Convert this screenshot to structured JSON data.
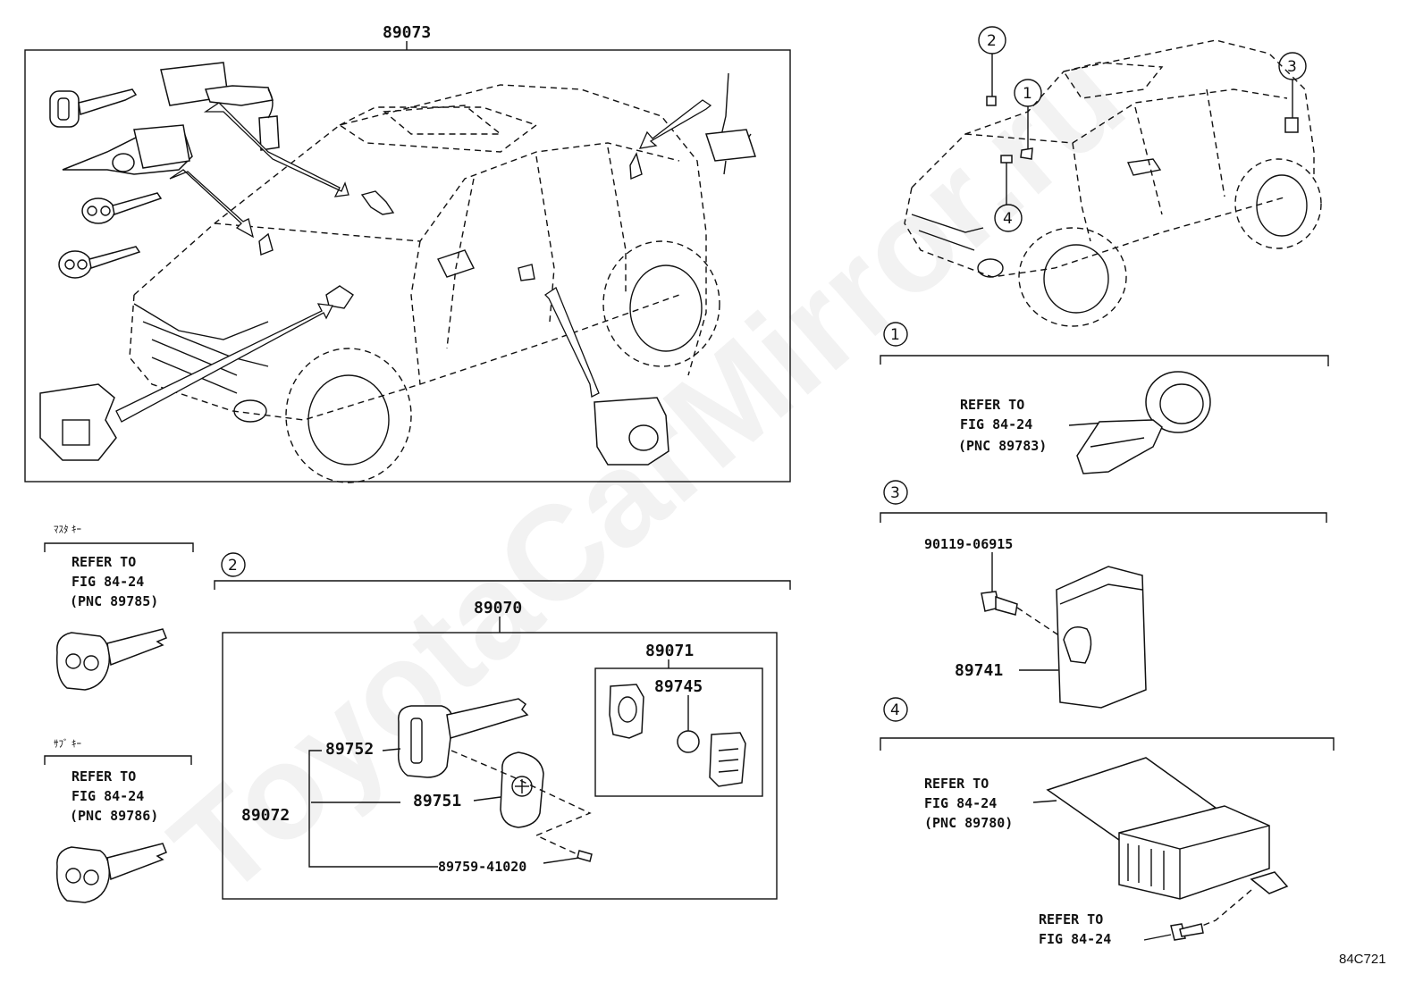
{
  "watermark": "ToyotaCarMirror.ru",
  "main_assembly": {
    "part_no": "89073"
  },
  "master_key": {
    "jp_label": "ﾏｽﾀ ｷｰ",
    "refer_line1": "REFER TO",
    "refer_line2": "FIG 84-24",
    "refer_line3": "(PNC 89785)"
  },
  "sub_key": {
    "jp_label": "ｻﾌﾞ ｷｰ",
    "refer_line1": "REFER TO",
    "refer_line2": "FIG 84-24",
    "refer_line3": "(PNC 89786)"
  },
  "section2": {
    "marker": "2",
    "kit_no": "89070",
    "sub_kit_no": "89071",
    "battery_no": "89745",
    "key_head_no": "89752",
    "key_assy_no": "89072",
    "cover_no": "89751",
    "screw_no": "89759-41020"
  },
  "overview_markers": [
    "2",
    "1",
    "3",
    "4"
  ],
  "section1": {
    "marker": "1",
    "refer_line1": "REFER TO",
    "refer_line2": "FIG 84-24",
    "refer_line3": "(PNC 89783)"
  },
  "section3": {
    "marker": "3",
    "bolt_no": "90119-06915",
    "ecu_no": "89741"
  },
  "section4": {
    "marker": "4",
    "refer_line1": "REFER TO",
    "refer_line2": "FIG 84-24",
    "refer_line3": "(PNC 89780)",
    "bottom_refer_line1": "REFER TO",
    "bottom_refer_line2": "FIG 84-24"
  },
  "figure_code": "84C721"
}
